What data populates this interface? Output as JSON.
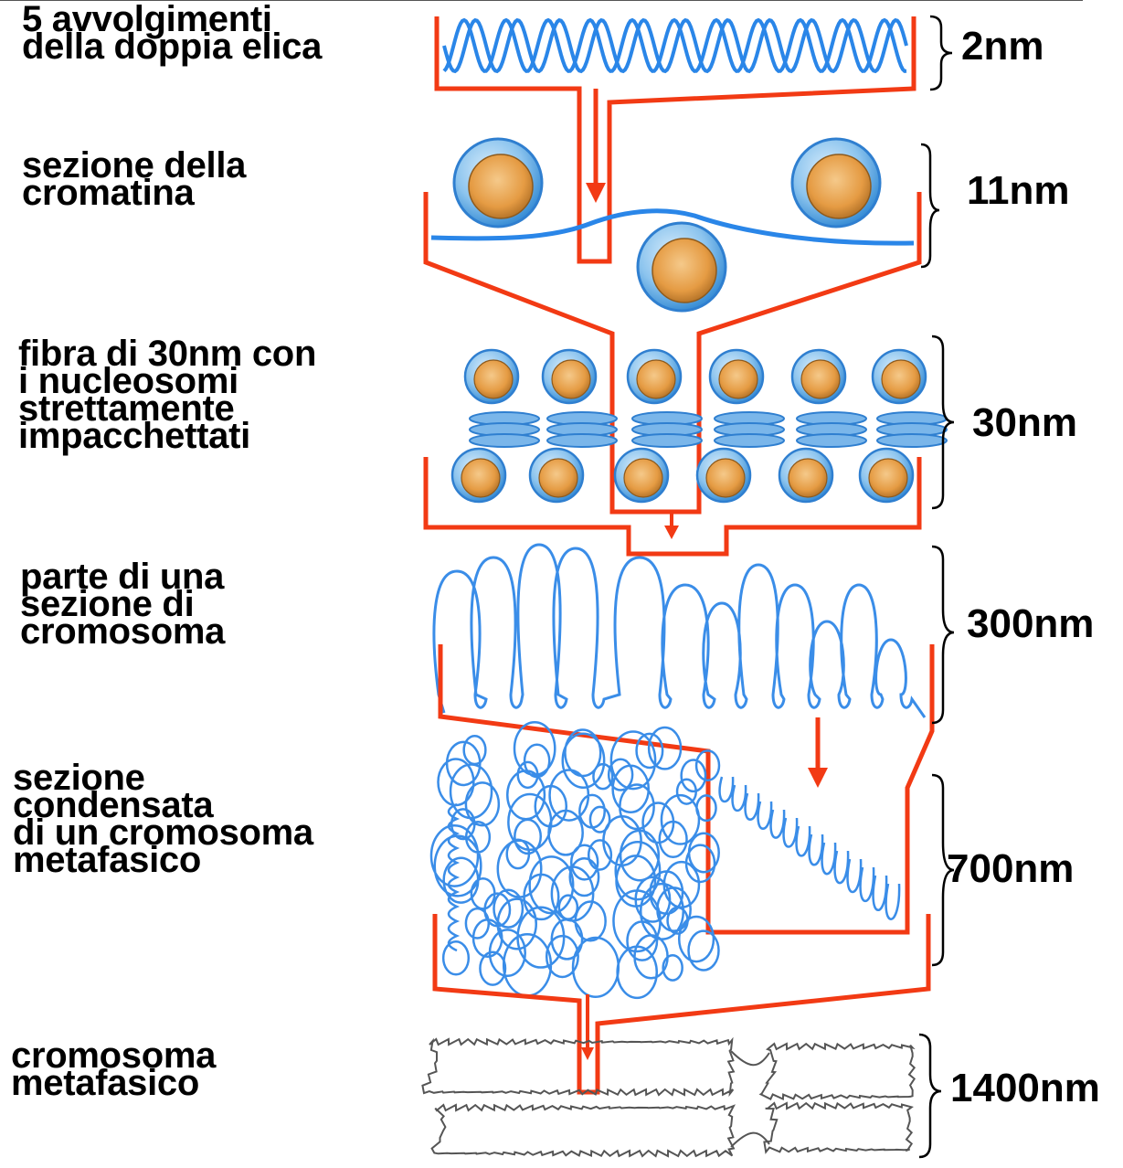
{
  "levels": [
    {
      "label_lines": [
        "5 avvolgimenti",
        "della doppia elica"
      ],
      "size": "2nm"
    },
    {
      "label_lines": [
        "sezione della",
        "cromatina"
      ],
      "size": "11nm"
    },
    {
      "label_lines": [
        "fibra di 30nm con",
        "i nucleosomi",
        "strettamente",
        "impacchettati"
      ],
      "size": "30nm"
    },
    {
      "label_lines": [
        "parte di una",
        "sezione di",
        "cromosoma"
      ],
      "size": "300nm"
    },
    {
      "label_lines": [
        "sezione",
        "condensata",
        "di un cromosoma",
        "metafasico"
      ],
      "size": "700nm"
    },
    {
      "label_lines": [
        "cromosoma",
        "metafasico"
      ],
      "size": "1400nm"
    }
  ],
  "colors": {
    "arrow_red": "#f23a14",
    "dna_blue": "#2a86e8",
    "histone_orange": "#e8a24c",
    "histone_ring": "#7ab6ea",
    "chromosome_gray": "#555555"
  },
  "icons": [
    "red-arrow",
    "curly-brace",
    "nucleosome",
    "dna-helix"
  ]
}
